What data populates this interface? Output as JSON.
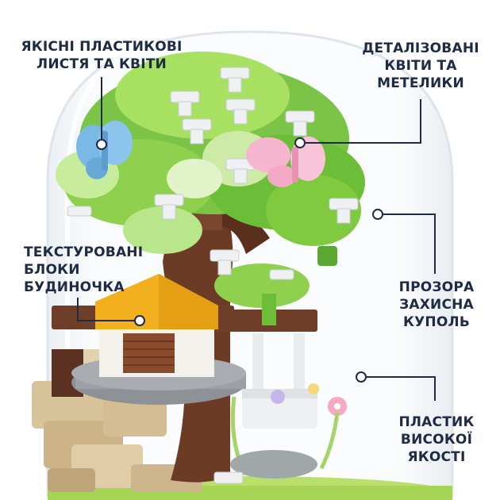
{
  "callouts": [
    {
      "lines": [
        "ЯКІСНІ ПЛАСТИКОВІ",
        "ЛИСТЯ ТА КВІТИ"
      ]
    },
    {
      "lines": [
        "ДЕТАЛІЗОВАНІ",
        "КВІТИ ТА",
        "МЕТЕЛИКИ"
      ]
    },
    {
      "lines": [
        "ТЕКСТУРОВАНІ",
        "БЛОКИ",
        "БУДИНОЧКА"
      ]
    },
    {
      "lines": [
        "ПРОЗОРА",
        "ЗАХИСНА",
        "КУПОЛЬ"
      ]
    },
    {
      "lines": [
        "ПЛАСТИК",
        "ВИСОКОЇ",
        "ЯКОСТІ"
      ]
    }
  ],
  "colors": {
    "label_text": "#1f2a44",
    "leaf_green": "#8fd14f",
    "leaf_dark": "#5aa832",
    "trunk": "#6b3b26",
    "house_roof": "#f2b01e",
    "base_grey": "#8e9196",
    "butterfly_blue": "#7ab8e6",
    "butterfly_pink": "#f6b6cf"
  }
}
